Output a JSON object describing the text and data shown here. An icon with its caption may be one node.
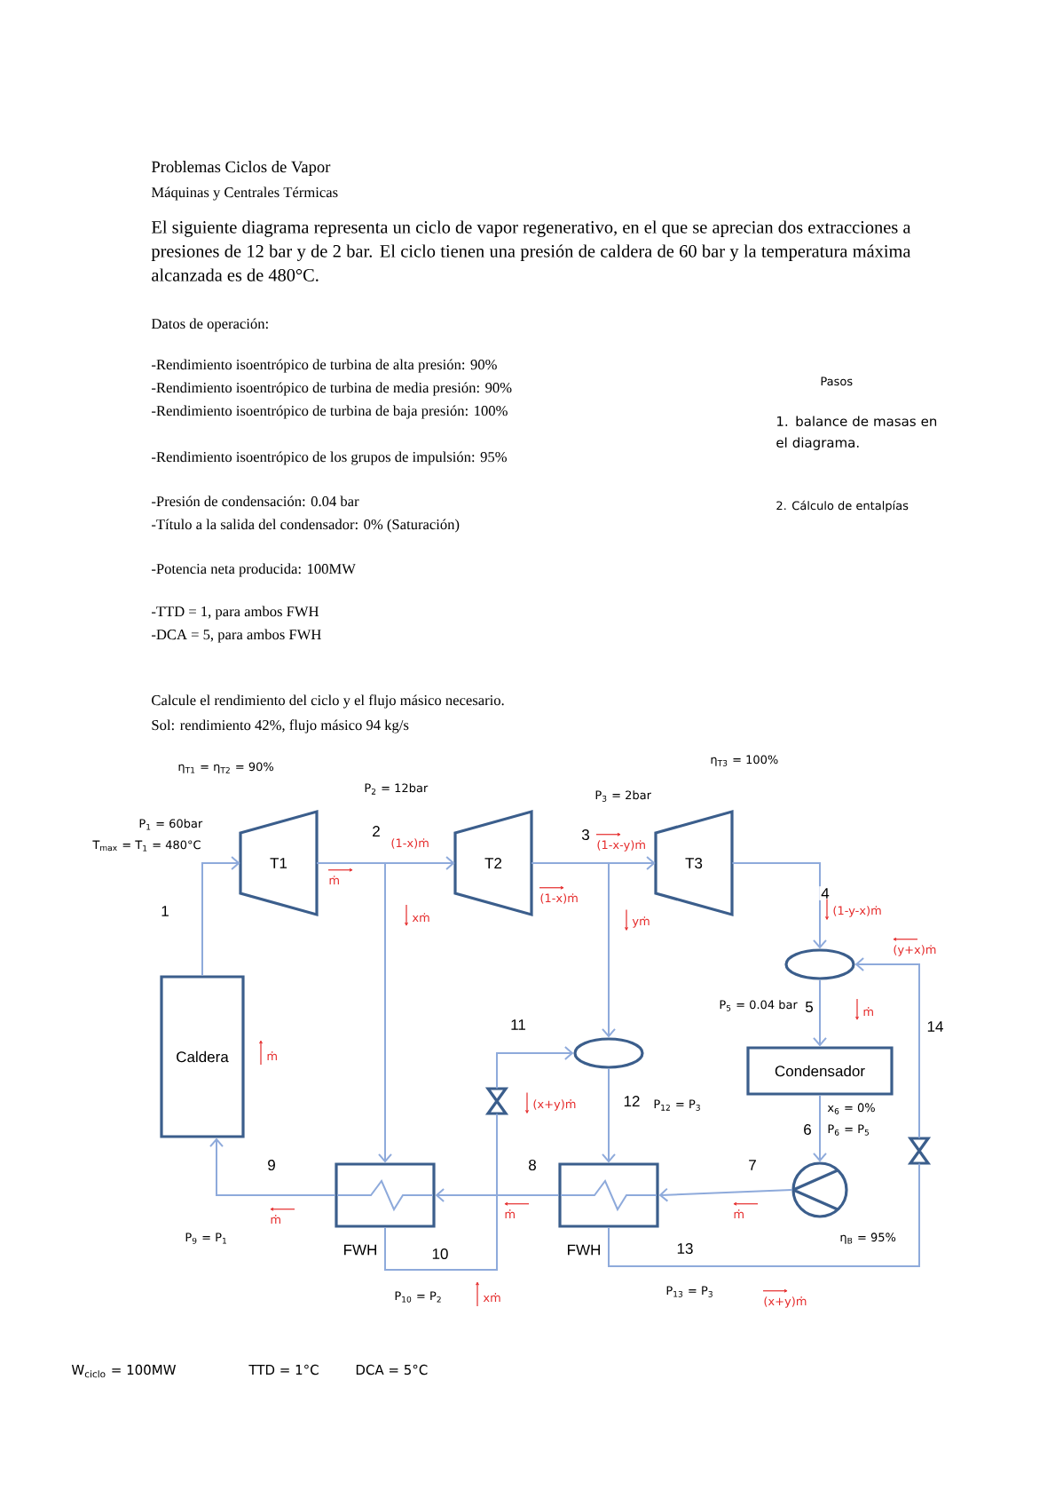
{
  "diagram": {
    "title": "Problemas Ciclos de Vapor",
    "nodes": [
      {
        "text": [
          "T1"
        ],
        "beside": [
          "η$_{T1}$ = η$_{T2}$ = 90%"
        ]
      },
      {
        "text": [
          "T2"
        ]
      },
      {
        "text": [
          "T3"
        ],
        "beside": [
          "η$_{T3}$ = 100%"
        ]
      },
      {
        "text": [
          "Caldera"
        ]
      },
      {
        "text": [],
        "shape": "ellipse"
      },
      {
        "text": [
          "Condensador"
        ]
      },
      {
        "text": [],
        "shape": "circle",
        "beside": [
          "η$_{B}$ = 95%"
        ]
      },
      {
        "text": [],
        "shape": "ellipse"
      },
      {
        "text": [
          "FWH"
        ]
      },
      {
        "text": [
          "FWH"
        ]
      },
      {
        "text": [],
        "shape": "valve"
      },
      {
        "text": [],
        "shape": "valve"
      }
    ],
    "edges": [
      {
        "from": 3,
        "to": 0,
        "arrow": "to",
        "label": "1"
      },
      {
        "from": 0,
        "to": 1,
        "arrow": "to",
        "label": "2"
      },
      {
        "from": 0,
        "to": 8,
        "arrow": "to"
      },
      {
        "from": 1,
        "to": 2,
        "arrow": "to",
        "label": "3"
      },
      {
        "from": 1,
        "to": 7,
        "arrow": "to"
      },
      {
        "from": 2,
        "to": 4,
        "arrow": "to",
        "label": "4"
      },
      {
        "from": 4,
        "to": 5,
        "arrow": "to",
        "label": "5"
      },
      {
        "from": 5,
        "to": 6,
        "arrow": "to",
        "label": "6"
      },
      {
        "from": 6,
        "to": 9,
        "arrow": "to",
        "label": "7"
      },
      {
        "from": 9,
        "to": 8,
        "arrow": "to",
        "label": "8"
      },
      {
        "from": 8,
        "to": 3,
        "arrow": "to",
        "label": "9"
      },
      {
        "from": 8,
        "to": 10,
        "arrow": "none",
        "label": "10"
      },
      {
        "from": 10,
        "to": 7,
        "arrow": "to",
        "label": "11"
      },
      {
        "from": 7,
        "to": 9,
        "arrow": "to",
        "label": "12"
      },
      {
        "from": 9,
        "to": 11,
        "arrow": "none",
        "label": "13"
      },
      {
        "from": 11,
        "to": 4,
        "arrow": "to",
        "label": "14"
      }
    ],
    "labels": [
      "Máquinas y Centrales Térmicas",
      "El siguiente diagrama representa un ciclo de vapor regenerativo, en el que se aprecian dos extracciones a presiones de 12 bar y de 2 bar. El ciclo tienen una presión de caldera de 60 bar y la temperatura máxima alcanzada es de 480°C.",
      "Datos de operación:",
      "-Rendimiento isoentrópico de turbina de alta presión: 90%",
      "-Rendimiento isoentrópico de turbina de media presión: 90%",
      "-Rendimiento isoentrópico de turbina de baja presión: 100%",
      "-Rendimiento isoentrópico de los grupos de impulsión: 95%",
      "-Presión de condensación: 0.04 bar",
      "-Título a la salida del condensador: 0% (Saturación)",
      "-Potencia neta producida: 100MW",
      "-TTD = 1, para ambos FWH",
      "-DCA = 5, para ambos FWH",
      "Pasos",
      "1. balance de masas en el diagrama.",
      "2. Cálculo de entalpías",
      "Calcule el rendimiento del ciclo y el flujo másico necesario.",
      "Sol: rendimiento 42%, flujo másico 94 kg/s",
      "P$_{2}$ = 12bar",
      "P$_{3}$ = 2bar",
      "P$_{1}$ = 60bar",
      "T$_{max}$ = T$_{1}$ = 480°C",
      "ṁ",
      "(1-x)ṁ",
      "(1-x)ṁ",
      "(1-x-y)ṁ",
      "xṁ",
      "yṁ",
      "(1-y-x)ṁ",
      "(y+x)ṁ",
      "ṁ",
      "P$_{5}$ = 0.04 bar",
      "ṁ",
      "(x+y)ṁ",
      "P$_{12}$ = P$_{3}$",
      "x$_{6}$ = 0%",
      "P$_{6}$ = P$_{5}$",
      "ṁ",
      "ṁ",
      "ṁ",
      "P$_{9}$ = P$_{1}$",
      "P$_{10}$ = P$_{2}$",
      "xṁ",
      "P$_{13}$ = P$_{3}$",
      "(x+y)ṁ",
      "W$_{ciclo}$ = 100MW",
      "TTD = 1°C",
      "DCA = 5°C"
    ]
  }
}
